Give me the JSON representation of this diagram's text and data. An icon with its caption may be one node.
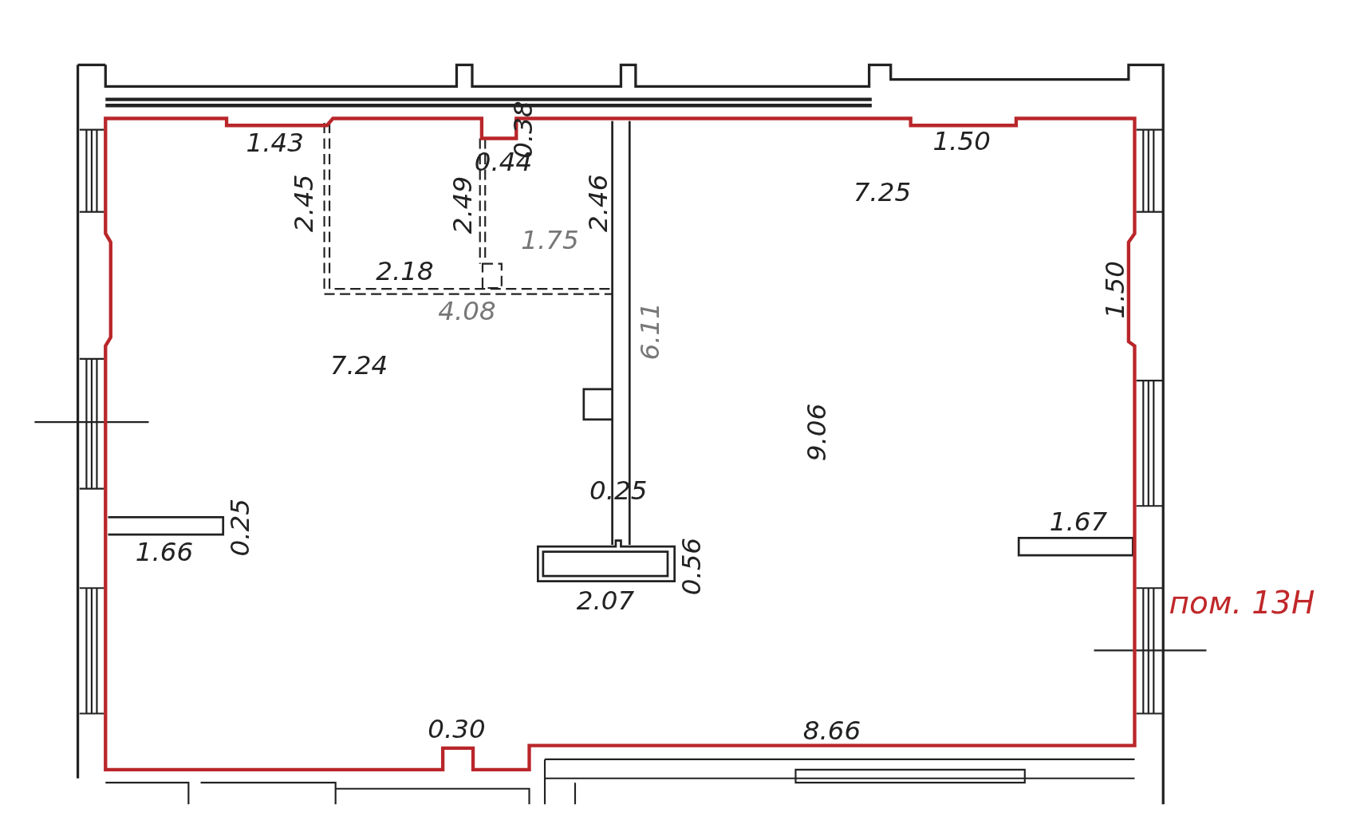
{
  "diagram": {
    "labels": [
      "0.38",
      "1.43",
      "1.50",
      "0.44",
      "7.25",
      "2.45",
      "2.49",
      "2.46",
      "1.75",
      "2.18",
      "1.50",
      "4.08",
      "6.11",
      "7.24",
      "9.06",
      "0.25",
      "1.67",
      "0.25",
      "1.66",
      "0.56",
      "2.07",
      "пом. 13Н",
      "0.30",
      "8.66"
    ]
  }
}
